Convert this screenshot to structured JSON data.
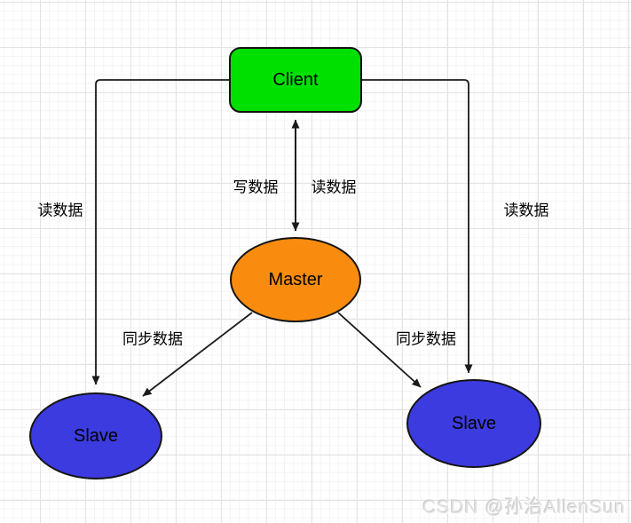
{
  "diagram": {
    "nodes": {
      "client": {
        "label": "Client",
        "shape": "rounded-rect",
        "fill": "#00e000"
      },
      "master": {
        "label": "Master",
        "shape": "ellipse",
        "fill": "#f98c0e"
      },
      "slave_left": {
        "label": "Slave",
        "shape": "ellipse",
        "fill": "#3b3be0"
      },
      "slave_right": {
        "label": "Slave",
        "shape": "ellipse",
        "fill": "#3b3be0"
      }
    },
    "edge_labels": {
      "write_data": "写数据",
      "read_data_center": "读数据",
      "read_data_left": "读数据",
      "read_data_right": "读数据",
      "sync_data_left": "同步数据",
      "sync_data_right": "同步数据"
    },
    "edge_color": "#1a1a1a"
  },
  "watermark": {
    "text": "CSDN @孙治AllenSun"
  }
}
